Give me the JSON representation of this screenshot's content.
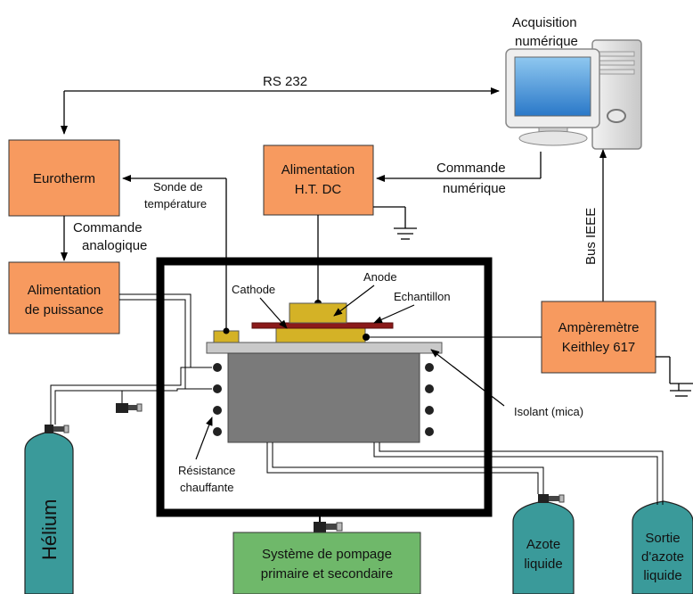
{
  "acquisition": {
    "line1": "Acquisition",
    "line2": "numérique"
  },
  "rs232": "RS 232",
  "eurotherm": "Eurotherm",
  "alim_ht": {
    "line1": "Alimentation",
    "line2": "H.T. DC"
  },
  "commande_numerique": {
    "line1": "Commande",
    "line2": "numérique"
  },
  "sonde": {
    "line1": "Sonde de",
    "line2": "température"
  },
  "commande_analogique": {
    "line1": "Commande",
    "line2": "analogique"
  },
  "alim_puissance": {
    "line1": "Alimentation",
    "line2": "de puissance"
  },
  "bus_ieee": "Bus IEEE",
  "cathode": "Cathode",
  "anode": "Anode",
  "echantillon": "Echantillon",
  "amperemetre": {
    "line1": "Ampèremètre",
    "line2": "Keithley 617"
  },
  "isolant": "Isolant (mica)",
  "resistance": {
    "line1": "Résistance",
    "line2": "chauffante"
  },
  "helium": "Hélium",
  "pompage": {
    "line1": "Système de pompage",
    "line2": "primaire et secondaire"
  },
  "azote_liquide": {
    "line1": "Azote",
    "line2": "liquide"
  },
  "sortie_azote": {
    "line1": "Sortie",
    "line2": "d'azote",
    "line3": "liquide"
  },
  "colors": {
    "orange_box": "#f79a5f",
    "green_box": "#6fb86a",
    "teal_cylinder": "#3a9a9a",
    "gold_parts": "#d4b226",
    "sample_red": "#8b1a1a",
    "heater_gray": "#777777",
    "chamber_black": "#000000"
  }
}
